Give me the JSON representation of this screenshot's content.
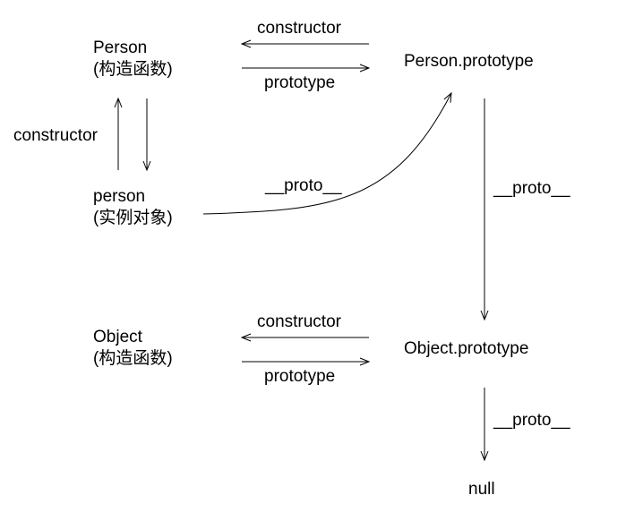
{
  "nodes": {
    "person_ctor": {
      "line1": "Person",
      "line2": "(构造函数)"
    },
    "person_proto": {
      "label": "Person.prototype"
    },
    "person_instance": {
      "line1": "person",
      "line2": "(实例对象)"
    },
    "object_ctor": {
      "line1": "Object",
      "line2": "(构造函数)"
    },
    "object_proto": {
      "label": "Object.prototype"
    },
    "null_node": {
      "label": "null"
    }
  },
  "edge_labels": {
    "top_constructor": "constructor",
    "top_prototype": "prototype",
    "left_constructor": "constructor",
    "curve_proto": "__proto__",
    "right_proto": "__proto__",
    "bottom_constructor": "constructor",
    "bottom_prototype": "prototype",
    "null_proto": "__proto__"
  },
  "colors": {
    "text": "#000000",
    "line": "#000000",
    "background": "#ffffff"
  }
}
